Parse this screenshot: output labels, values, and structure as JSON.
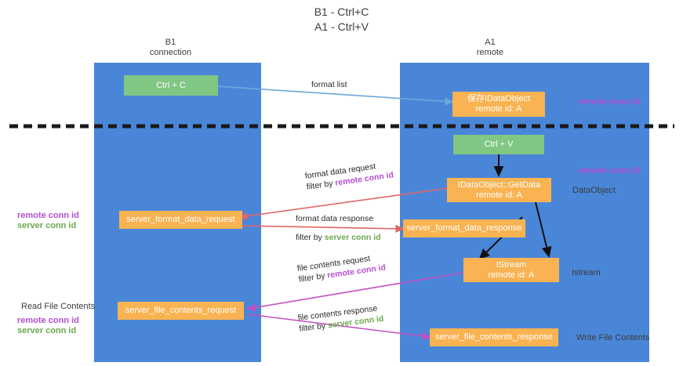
{
  "title": "B1 - Ctrl+C\nA1 - Ctrl+V",
  "colors": {
    "lane": "#4a86d8",
    "orange": "#f9b352",
    "green": "#81c784",
    "remote_conn": "#b44fd0",
    "server_conn": "#6aa84f",
    "divider": "#1a1a1a",
    "arrow_blue": "#6fa8dc",
    "arrow_red": "#e06666",
    "arrow_magenta": "#c24fc2",
    "arrow_dark": "#111111"
  },
  "lanes": [
    {
      "id": "b1",
      "header": "B1\nconnection"
    },
    {
      "id": "a1",
      "header": "A1\nremote"
    }
  ],
  "nodes": {
    "ctrl_c": "Ctrl + C",
    "ctrl_v": "Ctrl + V",
    "save_dataobject": {
      "line1": "保存IDataObject",
      "line2": "remote id: A"
    },
    "getdata": {
      "line1": "IDataObject::GetData",
      "line2": "remote id: A"
    },
    "istream": {
      "line1": "IStream",
      "line2": "remote id: A"
    },
    "server_format_data_request": "server_format_data_request",
    "server_format_data_response": "server_format_data_response",
    "server_file_contents_request": "server_file_contents_request",
    "server_file_contents_response": "server_file_contents_response"
  },
  "edges": {
    "format_list": "format list",
    "format_data_request": {
      "line1": "format data request",
      "prefix": "filter by ",
      "key": "remote conn id"
    },
    "format_data_response": {
      "line1": "format data response",
      "prefix": "filter by ",
      "key": "server conn id"
    },
    "file_contents_request": {
      "line1": "file contents request",
      "prefix": "filter by ",
      "key": "remote conn id"
    },
    "file_contents_response": {
      "line1": "file contents response",
      "prefix": "filter by ",
      "key": "server conn id"
    }
  },
  "margins": {
    "right_remote_conn_top": "remote conn id",
    "right_remote_conn_mid": "remote conn id",
    "right_dataobject": "DataObject",
    "right_istream": "Istream",
    "right_write_file": "Write File Contents",
    "left_remote_conn": "remote conn id",
    "left_server_conn": "server conn id",
    "left_read_file": "Read File Contents",
    "left_remote_conn2": "remote conn id",
    "left_server_conn2": "server conn id"
  }
}
